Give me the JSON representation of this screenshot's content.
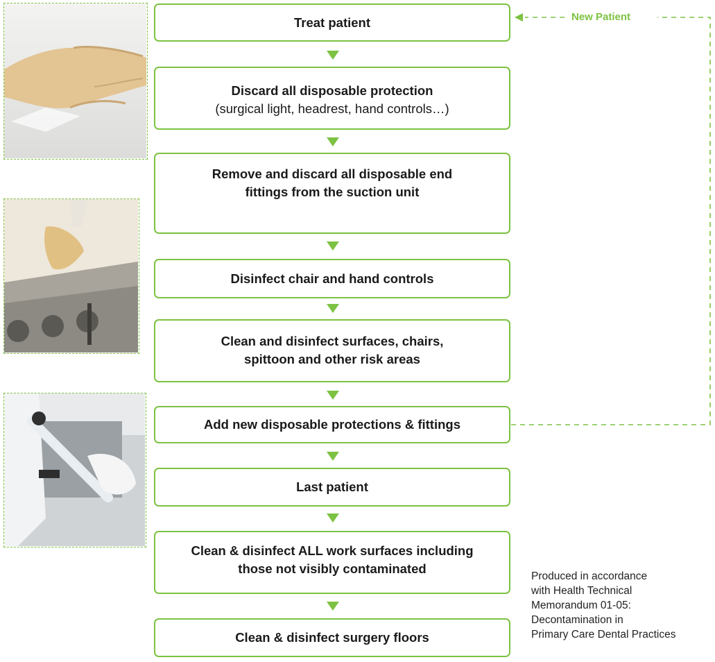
{
  "loop_label": "New Patient",
  "steps": [
    {
      "title": "Treat patient"
    },
    {
      "title": "Discard all disposable protection",
      "sub": "(surgical light, headrest, hand controls…)"
    },
    {
      "title": "Remove and discard all disposable end fittings from the suction unit",
      "line1": "Remove and discard all disposable end",
      "line2": "fittings from the suction unit"
    },
    {
      "title": "Disinfect chair and hand controls"
    },
    {
      "title": "Clean and disinfect surfaces, chairs, spittoon and other risk areas",
      "line1": "Clean and disinfect surfaces, chairs,",
      "line2": "spittoon and other risk areas"
    },
    {
      "title": "Add new disposable protections & fittings"
    },
    {
      "title": "Last patient"
    },
    {
      "title": "Clean & disinfect ALL work surfaces including those not visibly contaminated",
      "line1": "Clean & disinfect ALL work surfaces including",
      "line2": "those not visibly contaminated"
    },
    {
      "title": "Clean & disinfect surgery floors"
    }
  ],
  "footnote": {
    "lines": [
      "Produced in accordance",
      "with Health Technical",
      "Memorandum 01-05:",
      "Decontamination in",
      "Primary Care Dental Practices"
    ]
  },
  "colors": {
    "accent": "#7dc242"
  },
  "photos": [
    "gloved-hand-wiping-surface",
    "gloved-hand-on-dental-unit",
    "hand-fitting-suction-tube"
  ]
}
